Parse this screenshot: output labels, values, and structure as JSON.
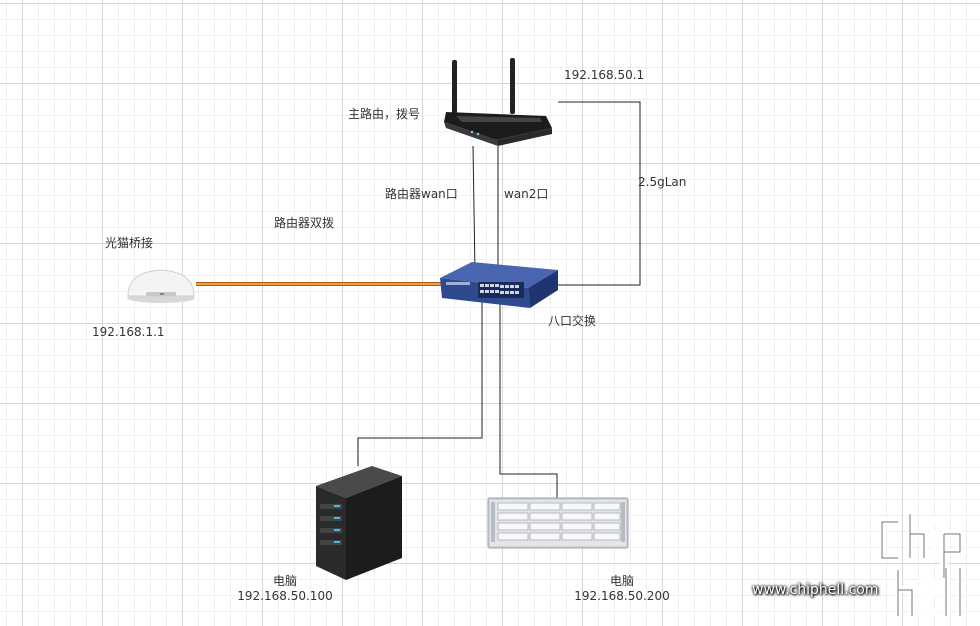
{
  "nodes": {
    "router": {
      "ip": "192.168.50.1",
      "label": "主路由，拨号"
    },
    "modem": {
      "label": "光猫桥接",
      "ip": "192.168.1.1"
    },
    "switch": {
      "label": "八口交换"
    },
    "server": {
      "label": "电脑",
      "ip": "192.168.50.100"
    },
    "nas": {
      "label": "电脑",
      "ip": "192.168.50.200"
    }
  },
  "links": {
    "router_wan": "路由器wan口",
    "wan2": "wan2口",
    "lan25g": "2.5gLan",
    "dual_dial": "路由器双拨"
  },
  "watermark": {
    "url": "www.chiphell.com"
  },
  "colors": {
    "background": "#ffffff",
    "line": "#222222",
    "fiber": "#e88a2c",
    "switch_body": "#2e4a8e"
  }
}
